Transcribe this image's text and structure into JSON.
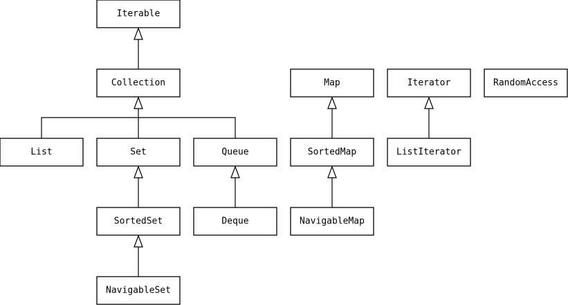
{
  "diagram": {
    "nodes": {
      "iterable": "Iterable",
      "collection": "Collection",
      "list": "List",
      "set": "Set",
      "queue": "Queue",
      "sortedset": "SortedSet",
      "deque": "Deque",
      "navigableset": "NavigableSet",
      "map": "Map",
      "sortedmap": "SortedMap",
      "navigablemap": "NavigableMap",
      "iterator": "Iterator",
      "listiterator": "ListIterator",
      "randomaccess": "RandomAccess"
    }
  }
}
